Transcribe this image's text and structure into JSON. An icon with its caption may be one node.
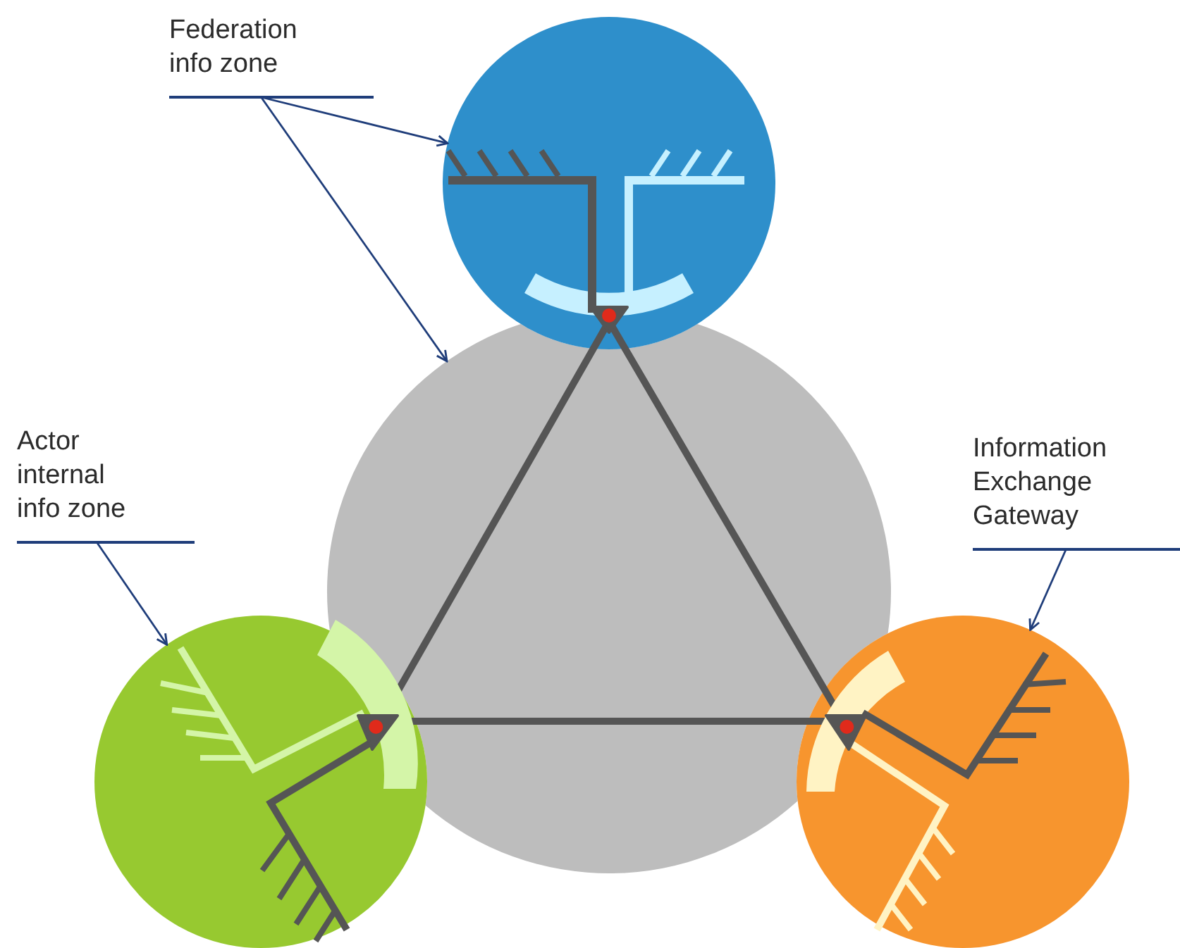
{
  "diagram": {
    "nodes": [
      {
        "text": [
          "Federation info zone"
        ]
      },
      {
        "text": [
          "Actor internal info zone"
        ]
      },
      {
        "text": [
          "Information Exchange Gateway"
        ]
      },
      {
        "text": [],
        "shape": "circle"
      },
      {
        "text": [],
        "shape": "circle"
      },
      {
        "text": [],
        "shape": "circle"
      },
      {
        "text": [],
        "shape": "circle"
      }
    ],
    "edges": [
      {
        "from": 0,
        "to": 3,
        "arrow": "to"
      },
      {
        "from": 0,
        "to": 4,
        "arrow": "to"
      },
      {
        "from": 1,
        "to": 5,
        "arrow": "to"
      },
      {
        "from": 2,
        "to": 6,
        "arrow": "to"
      }
    ]
  }
}
